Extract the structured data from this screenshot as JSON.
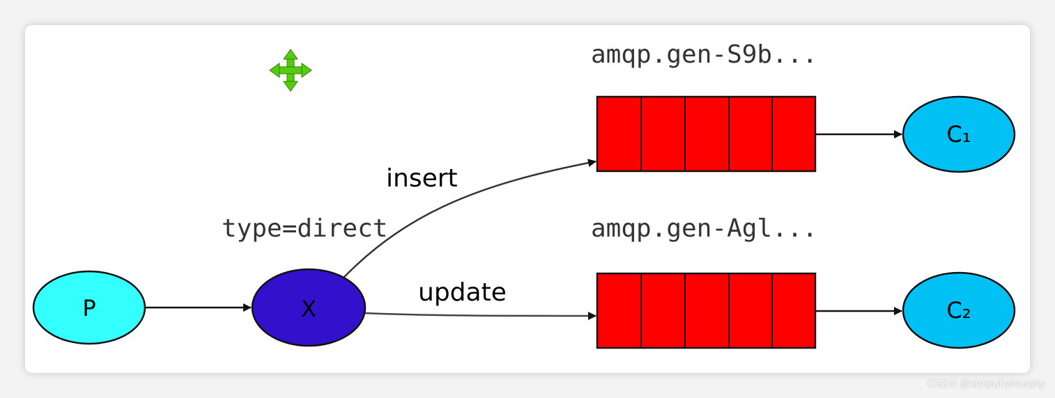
{
  "diagram": {
    "producer": "P",
    "exchange": "X",
    "exchange_type": "type=direct",
    "routing_key_top": "insert",
    "routing_key_bottom": "update",
    "queue_top_name": "amqp.gen-S9b...",
    "queue_bottom_name": "amqp.gen-Agl...",
    "consumer_top": "C₁",
    "consumer_bottom": "C₂"
  },
  "icons": {
    "move": "move-arrows-icon"
  },
  "colors": {
    "producer_fill": "#33ffff",
    "exchange_fill": "#3311cc",
    "queue_fill": "#ff0000",
    "consumer_fill": "#00c0f4",
    "move_icon": "#55cc11"
  },
  "watermark": "CSDN @xmurphymurphy"
}
